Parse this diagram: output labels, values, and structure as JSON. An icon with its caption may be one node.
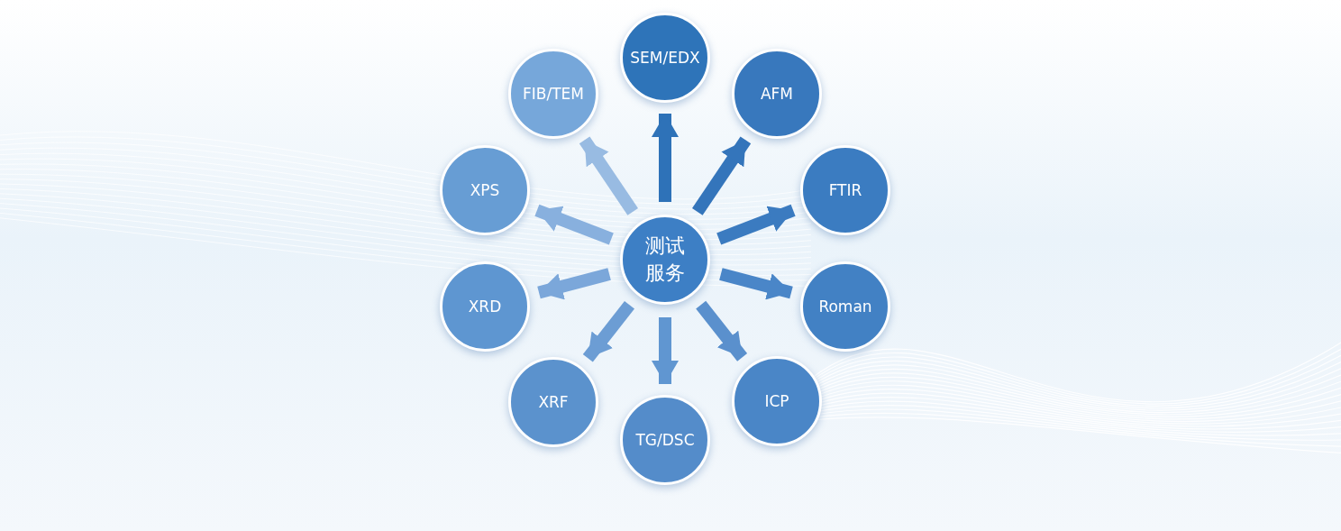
{
  "diagram": {
    "nodes": [
      {
        "text": [
          "测试服务"
        ]
      },
      {
        "text": [
          "SEM/EDX"
        ]
      },
      {
        "text": [
          "AFM"
        ]
      },
      {
        "text": [
          "FTIR"
        ]
      },
      {
        "text": [
          "Roman"
        ]
      },
      {
        "text": [
          "ICP"
        ]
      },
      {
        "text": [
          "TG/DSC"
        ]
      },
      {
        "text": [
          "XRF"
        ]
      },
      {
        "text": [
          "XRD"
        ]
      },
      {
        "text": [
          "XPS"
        ]
      },
      {
        "text": [
          "FIB/TEM"
        ]
      }
    ],
    "edges": [
      {
        "from": 0,
        "to": 1,
        "arrow": "to",
        "color": "#2e72b8"
      },
      {
        "from": 0,
        "to": 2,
        "arrow": "to",
        "color": "#3475bb"
      },
      {
        "from": 0,
        "to": 3,
        "arrow": "to",
        "color": "#3b7bc0"
      },
      {
        "from": 0,
        "to": 4,
        "arrow": "to",
        "color": "#4a86c8"
      },
      {
        "from": 0,
        "to": 5,
        "arrow": "to",
        "color": "#5a90cd"
      },
      {
        "from": 0,
        "to": 6,
        "arrow": "to",
        "color": "#6096d1"
      },
      {
        "from": 0,
        "to": 7,
        "arrow": "to",
        "color": "#6c9dd4"
      },
      {
        "from": 0,
        "to": 8,
        "arrow": "to",
        "color": "#7ba7da"
      },
      {
        "from": 0,
        "to": 9,
        "arrow": "to",
        "color": "#88b0de"
      },
      {
        "from": 0,
        "to": 10,
        "arrow": "to",
        "color": "#98bbe2"
      }
    ]
  }
}
